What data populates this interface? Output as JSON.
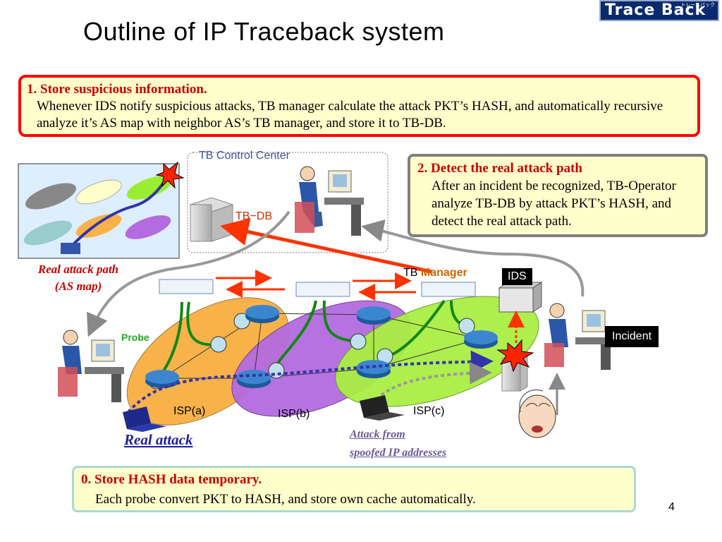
{
  "title": "Outline of IP Traceback system",
  "logo": {
    "text": "Trace  Back",
    "katakana": "トレースバック"
  },
  "step1": {
    "heading": "1. Store suspicious information.",
    "body": "Whenever IDS notify suspicious attacks, TB manager calculate the attack  PKT’s HASH, and automatically recursive analyze it’s AS map with neighbor AS’s TB manager, and store it to TB-DB."
  },
  "step2": {
    "heading": "2. Detect the real attack path",
    "body": "After an incident be recognized, TB-Operator analyze TB-DB by attack PKT’s HASH, and detect the real attack path."
  },
  "step0": {
    "heading": "0. Store HASH data temporary.",
    "body": "Each probe convert PKT to  HASH, and store own cache automatically."
  },
  "labels": {
    "control_center": "TB Control Center",
    "tb_db": "TB−DB",
    "tb_prefix": "TB",
    "manager": "Manager",
    "ids": "IDS",
    "incident": "Incident",
    "probe": "Probe",
    "isp_a": "ISP(a)",
    "isp_b": "ISP(b)",
    "isp_c": "ISP(c)",
    "real_attack_path": "Real attack path",
    "as_map": "(AS map)",
    "real_attack": "Real attack",
    "spoofed_1": "Attack from",
    "spoofed_2": "spoofed IP addresses"
  },
  "page_number": "4",
  "colors": {
    "accent_red": "#cc0000",
    "box_bg": "#ffffcc",
    "isp_a": "#f9b24a",
    "isp_b": "#b46be0",
    "isp_c": "#aaee44",
    "router": "#2a6db5",
    "arrow_red": "#ff3300",
    "attack_path": "#3333aa"
  },
  "icons": [
    "server-icon",
    "operator-computer-icon",
    "router-icon",
    "switch-icon",
    "laptop-icon",
    "explosion-icon",
    "ids-box-icon",
    "worried-face-icon"
  ]
}
